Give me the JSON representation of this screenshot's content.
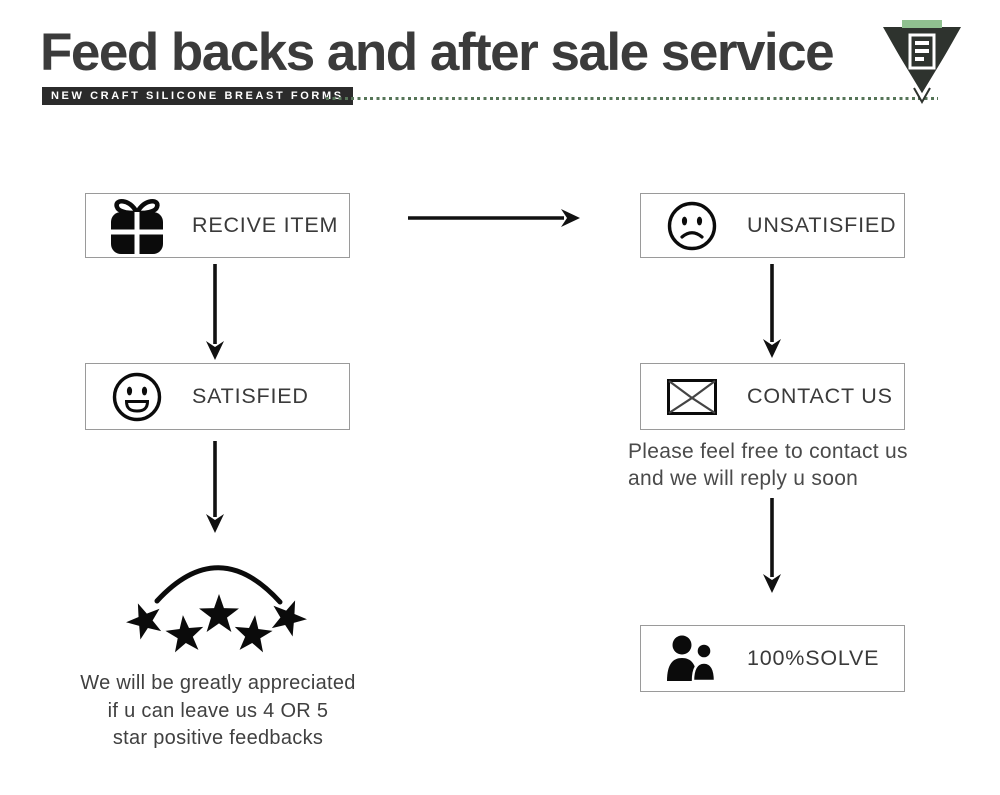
{
  "header": {
    "title": "Feed backs and after sale service",
    "badge": "NEW CRAFT SILICONE BREAST FORMS",
    "logo": {
      "icon": "inverted-triangle-document-logo"
    }
  },
  "flow": {
    "boxes": {
      "receive": {
        "label": "RECIVE ITEM",
        "icon": "gift-icon"
      },
      "unsatisfied": {
        "label": "UNSATISFIED",
        "icon": "sad-face-icon"
      },
      "satisfied": {
        "label": "SATISFIED",
        "icon": "smiley-face-icon"
      },
      "contact": {
        "label": "CONTACT US",
        "icon": "envelope-icon"
      },
      "solve": {
        "label": "100%SOLVE",
        "icon": "people-icon"
      }
    },
    "notes": {
      "contact": [
        "Please feel free to contact us",
        "and we will reply u soon"
      ],
      "feedback": [
        "We will be greatly appreciated",
        "if u can leave us 4 OR 5",
        "star positive feedbacks"
      ]
    },
    "rating": {
      "stars": 5,
      "icon": "five-stars-arc"
    }
  },
  "colors": {
    "title_text": "#3b3b3b",
    "badge_bg": "#2b2b2b",
    "badge_text": "#ffffff",
    "dot_color": "#567558",
    "logo_dark": "#2e332e",
    "logo_green": "#8fc08f",
    "box_border": "#9a9a9a",
    "arrow": "#111111",
    "note_text": "#4a4a4a"
  }
}
